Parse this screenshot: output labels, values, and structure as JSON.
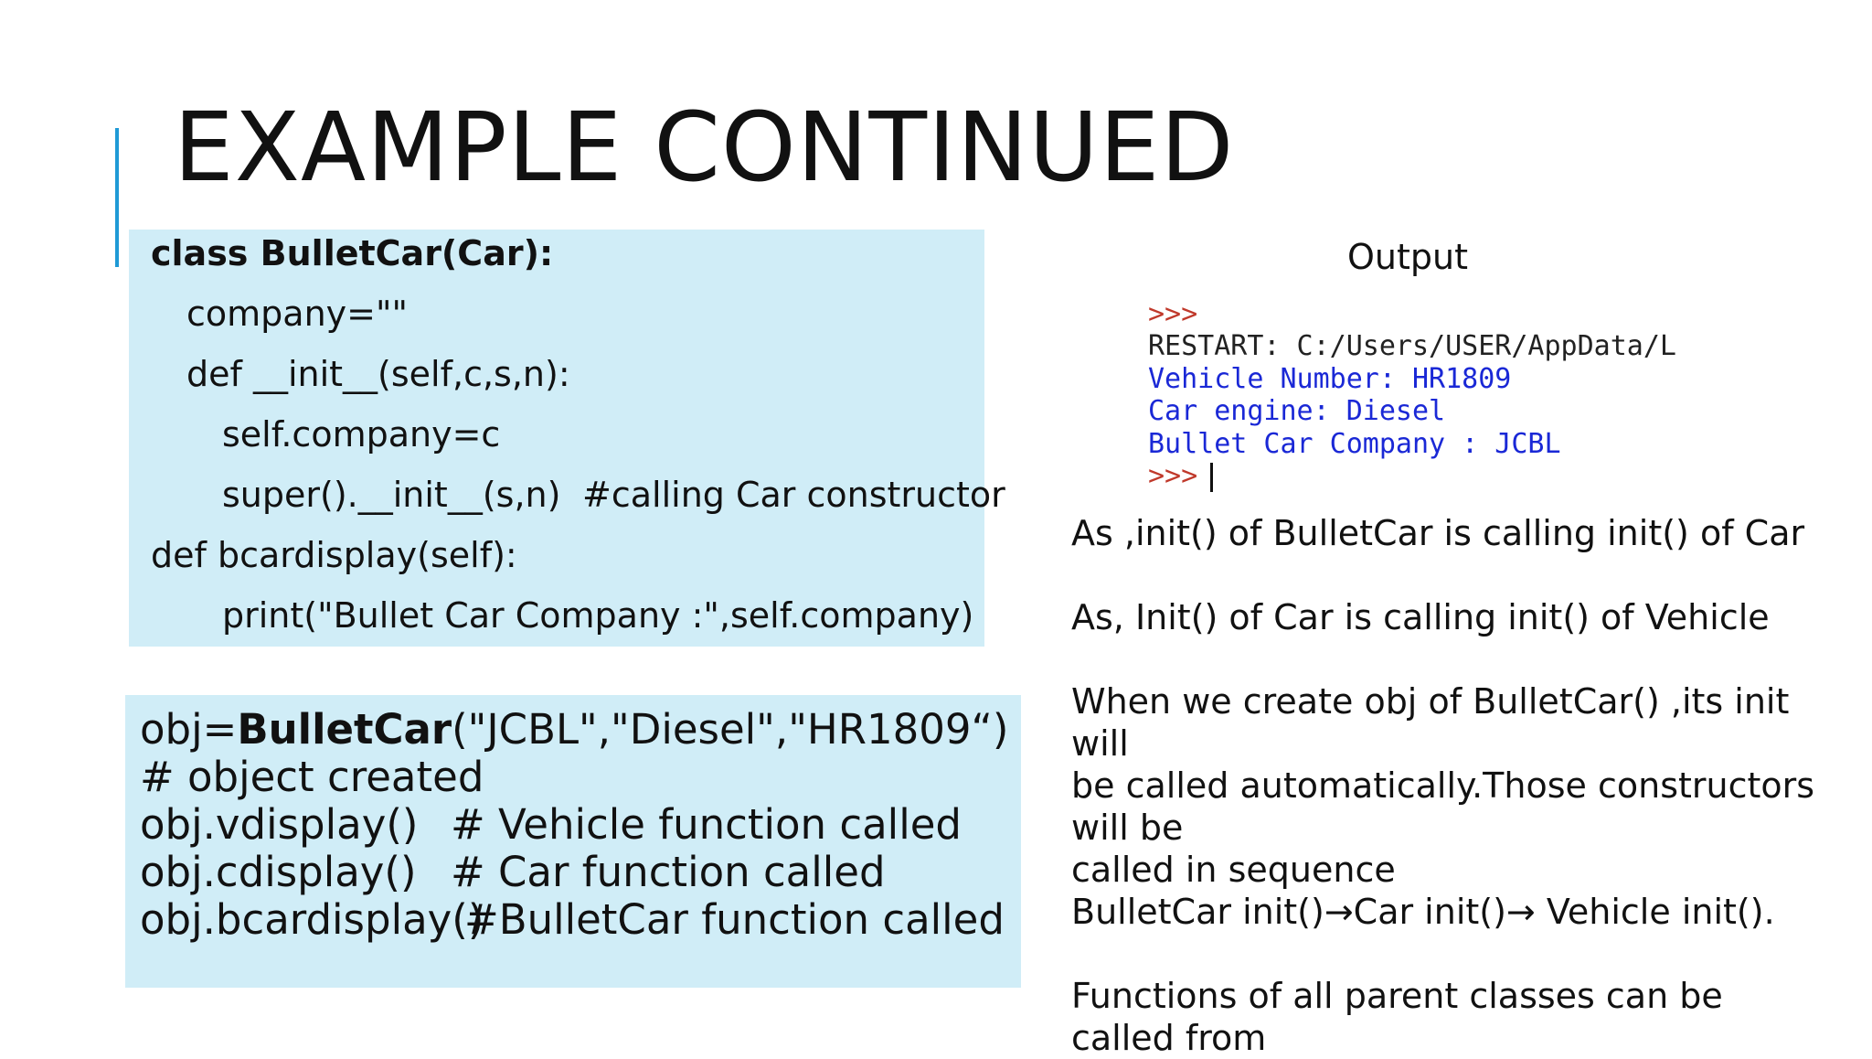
{
  "colors": {
    "accent": "#1f9ad6",
    "code_box_bg": "#d0edf7",
    "console_prompt": "#c0392b",
    "console_blue": "#1a28d6",
    "console_text": "#222222"
  },
  "slide": {
    "title": "EXAMPLE CONTINUED"
  },
  "class_box": {
    "lines": [
      "class BulletCar(Car):",
      "company=\"\"",
      "def __init__(self,c,s,n):",
      "self.company=c",
      "super().__init__(s,n)",
      "def bcardisplay(self):",
      "print(\"Bullet Car Company :\",self.company)"
    ],
    "comment": "#calling Car constructor"
  },
  "obj_box": {
    "line1_pre": "obj=",
    "line1_bold": "BulletCar",
    "line1_post": "(\"JCBL\",\"Diesel\",\"HR1809“)",
    "line2": "# object created",
    "line3_code": "obj.vdisplay()",
    "line3_comment": "# Vehicle function called",
    "line4_code": "obj.cdisplay()",
    "line4_comment": "# Car function called",
    "line5_code": "obj.bcardisplay()",
    "line5_comment": "#BulletCar function called"
  },
  "output": {
    "label": "Output",
    "console": {
      "prompt1": ">>>",
      "restart": " RESTART: C:/Users/USER/AppData/L",
      "vehicle": "Vehicle Number:  HR1809",
      "engine": "Car engine: Diesel",
      "company": "Bullet Car Company : JCBL",
      "prompt2": ">>>"
    }
  },
  "explanation": {
    "p1": "As ,init() of BulletCar is calling init() of Car",
    "p2": "As, Init() of Car is calling init() of Vehicle",
    "p3a": "When we create obj of BulletCar() ,its init will",
    "p3b": "be called automatically.Those constructors will be",
    "p3c": "called in sequence",
    "p3d": "BulletCar init()→Car init()→ Vehicle init().",
    "p4": "Functions of all parent classes can be called from"
  }
}
